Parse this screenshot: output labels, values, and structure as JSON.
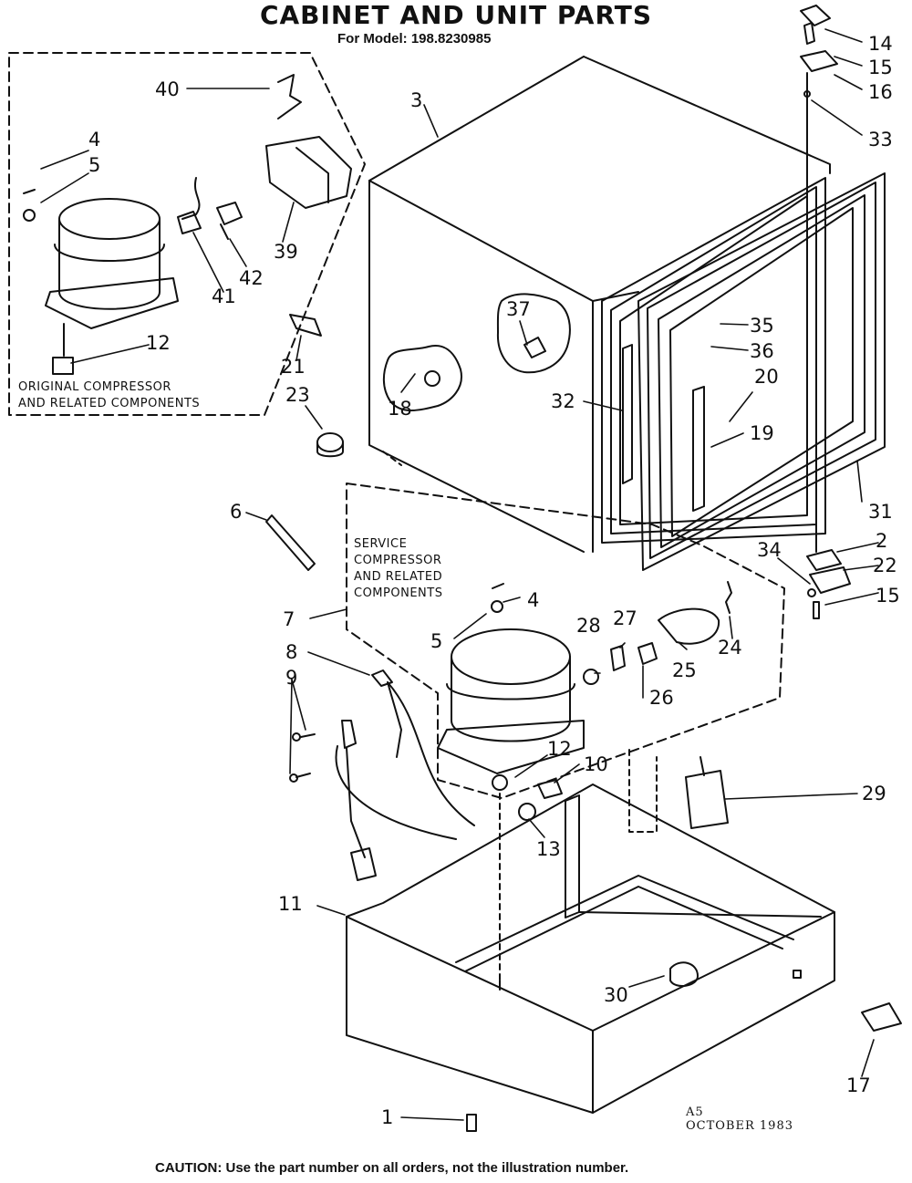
{
  "title": "CABINET AND UNIT PARTS",
  "subtitle": "For Model: 198.8230985",
  "original_box_label": [
    "ORIGINAL COMPRESSOR",
    "AND RELATED COMPONENTS"
  ],
  "service_box_label": [
    "SERVICE",
    "COMPRESSOR",
    "AND RELATED",
    "COMPONENTS"
  ],
  "date_stamp": [
    "A5",
    "OCTOBER 1983"
  ],
  "caution": "CAUTION: Use the part number on all orders, not the illustration number.",
  "callouts": [
    "1",
    "2",
    "3",
    "4",
    "4",
    "5",
    "5",
    "6",
    "7",
    "8",
    "9",
    "10",
    "11",
    "12",
    "12",
    "13",
    "14",
    "15",
    "15",
    "16",
    "17",
    "18",
    "19",
    "20",
    "21",
    "22",
    "23",
    "24",
    "25",
    "26",
    "27",
    "28",
    "29",
    "30",
    "31",
    "32",
    "33",
    "34",
    "35",
    "36",
    "37",
    "39",
    "40",
    "41",
    "42"
  ],
  "colors": {
    "ink": "#111111",
    "paper": "#ffffff"
  }
}
